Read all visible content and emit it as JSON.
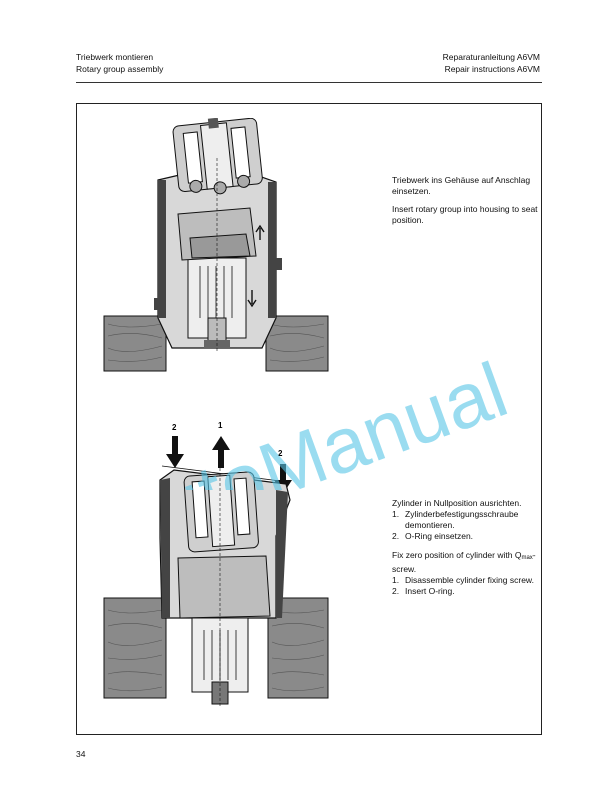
{
  "header": {
    "left_de": "Triebwerk montieren",
    "left_en": "Rotary group assembly",
    "right_de": "Reparaturanleitung A6VM",
    "right_en": "Repair instructions A6VM"
  },
  "step1": {
    "de": "Triebwerk ins Gehäuse auf Anschlag einsetzen.",
    "en": "Insert rotary group into housing to seat position."
  },
  "step2": {
    "de_intro": "Zylinder in Nullposition ausrichten.",
    "de_items": [
      {
        "num": "1.",
        "text": "Zylinderbefestigungsschraube demontieren."
      },
      {
        "num": "2.",
        "text": "O-Ring einsetzen."
      }
    ],
    "en_intro_a": "Fix zero position of cylinder with Q",
    "en_intro_sub": "max",
    "en_intro_b": "-screw.",
    "en_items": [
      {
        "num": "1.",
        "text": "Disassemble cylinder fixing screw."
      },
      {
        "num": "2.",
        "text": "Insert O-ring."
      }
    ]
  },
  "figure2_labels": {
    "left": "2",
    "center": "1",
    "right": "2"
  },
  "watermark": "AutoManual",
  "page_number": "34"
}
